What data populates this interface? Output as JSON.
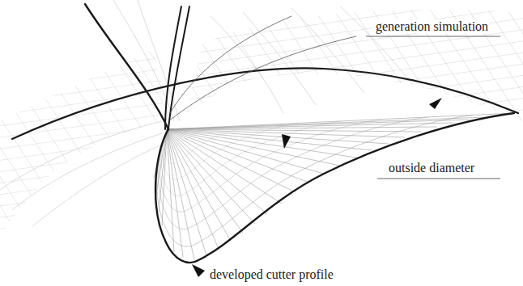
{
  "diagram": {
    "labels": [
      "generation simulation",
      "outside diameter",
      "developed cutter profile"
    ]
  }
}
